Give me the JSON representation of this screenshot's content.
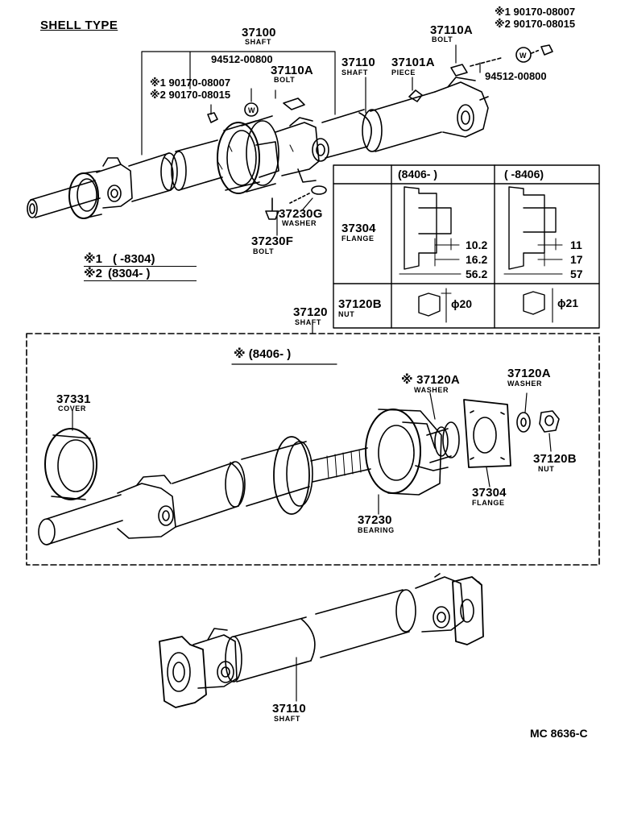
{
  "title": "SHELL TYPE",
  "footer_code": "MC 8636-C",
  "top": {
    "shaft_37100": {
      "num": "37100",
      "sub": "SHAFT"
    },
    "pn_94512_left": "94512-00800",
    "pn_94512_right": "94512-00800",
    "bolt_37110A_mid": {
      "num": "37110A",
      "sub": "BOLT"
    },
    "bolt_37110A_top": {
      "num": "37110A",
      "sub": "BOLT"
    },
    "shaft_37110": {
      "num": "37110",
      "sub": "SHAFT"
    },
    "piece_37101A": {
      "num": "37101A",
      "sub": "PIECE"
    },
    "left_notes": [
      "※1 90170-08007",
      "※2 90170-08015"
    ],
    "right_notes": [
      "※1 90170-08007",
      "※2 90170-08015"
    ],
    "washer_37230G": {
      "num": "37230G",
      "sub": "WASHER"
    },
    "bolt_37230F": {
      "num": "37230F",
      "sub": "BOLT"
    },
    "washer_letter": "W"
  },
  "legend": {
    "row1": {
      "mark": "※1",
      "range": "(     -8304)"
    },
    "row2": {
      "mark": "※2",
      "range": "(8304-      )"
    }
  },
  "table": {
    "col1_header": "(8406-      )",
    "col2_header": "(      -8406)",
    "row1": {
      "num": "37304",
      "sub": "FLANGE",
      "dims_a": [
        "10.2",
        "16.2",
        "56.2"
      ],
      "dims_b": [
        "11",
        "17",
        "57"
      ]
    },
    "row2": {
      "num": "37120B",
      "sub": "NUT",
      "dia_a": "ϕ20",
      "dia_b": "ϕ21"
    }
  },
  "middle": {
    "shaft_37120": {
      "num": "37120",
      "sub": "SHAFT"
    },
    "range_note": "※ (8406-      )",
    "cover_37331": {
      "num": "37331",
      "sub": "COVER"
    },
    "washer_37120A_mark": {
      "num": "※ 37120A",
      "sub": "WASHER"
    },
    "washer_37120A": {
      "num": "37120A",
      "sub": "WASHER"
    },
    "nut_37120B": {
      "num": "37120B",
      "sub": "NUT"
    },
    "flange_37304": {
      "num": "37304",
      "sub": "FLANGE"
    },
    "bearing_37230": {
      "num": "37230",
      "sub": "BEARING"
    }
  },
  "bottom": {
    "shaft_37110": {
      "num": "37110",
      "sub": "SHAFT"
    }
  }
}
